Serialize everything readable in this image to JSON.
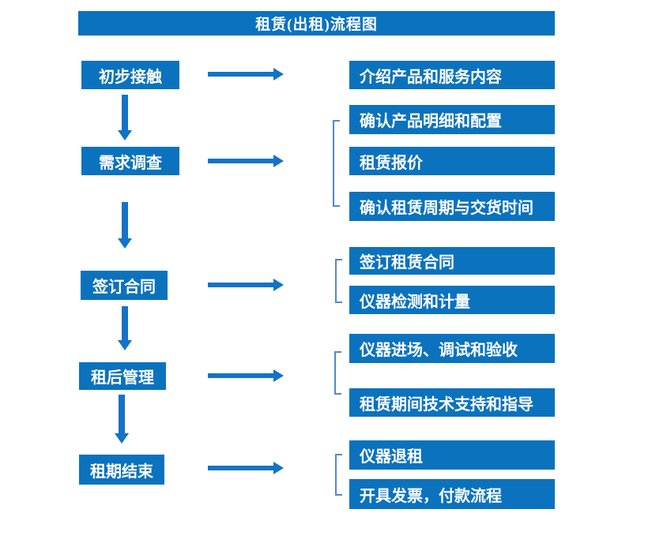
{
  "title": "租赁(出租)流程图",
  "colors": {
    "box_blue": "#0b72be",
    "arrow_blue": "#1273c7",
    "bracket_blue": "#5588c7",
    "text_white": "#ffffff",
    "page_background": "#ffffff"
  },
  "stages": [
    {
      "label": "初步接触",
      "details": [
        "介绍产品和服务内容"
      ]
    },
    {
      "label": "需求调查",
      "details": [
        "确认产品明细和配置",
        "租赁报价",
        "确认租赁周期与交货时间"
      ]
    },
    {
      "label": "签订合同",
      "details": [
        "签订租赁合同",
        "仪器检测和计量"
      ]
    },
    {
      "label": "租后管理",
      "details": [
        "仪器进场、调试和验收",
        "租赁期间技术支持和指导"
      ]
    },
    {
      "label": "租期结束",
      "details": [
        "仪器退租",
        "开具发票，付款流程"
      ]
    }
  ]
}
